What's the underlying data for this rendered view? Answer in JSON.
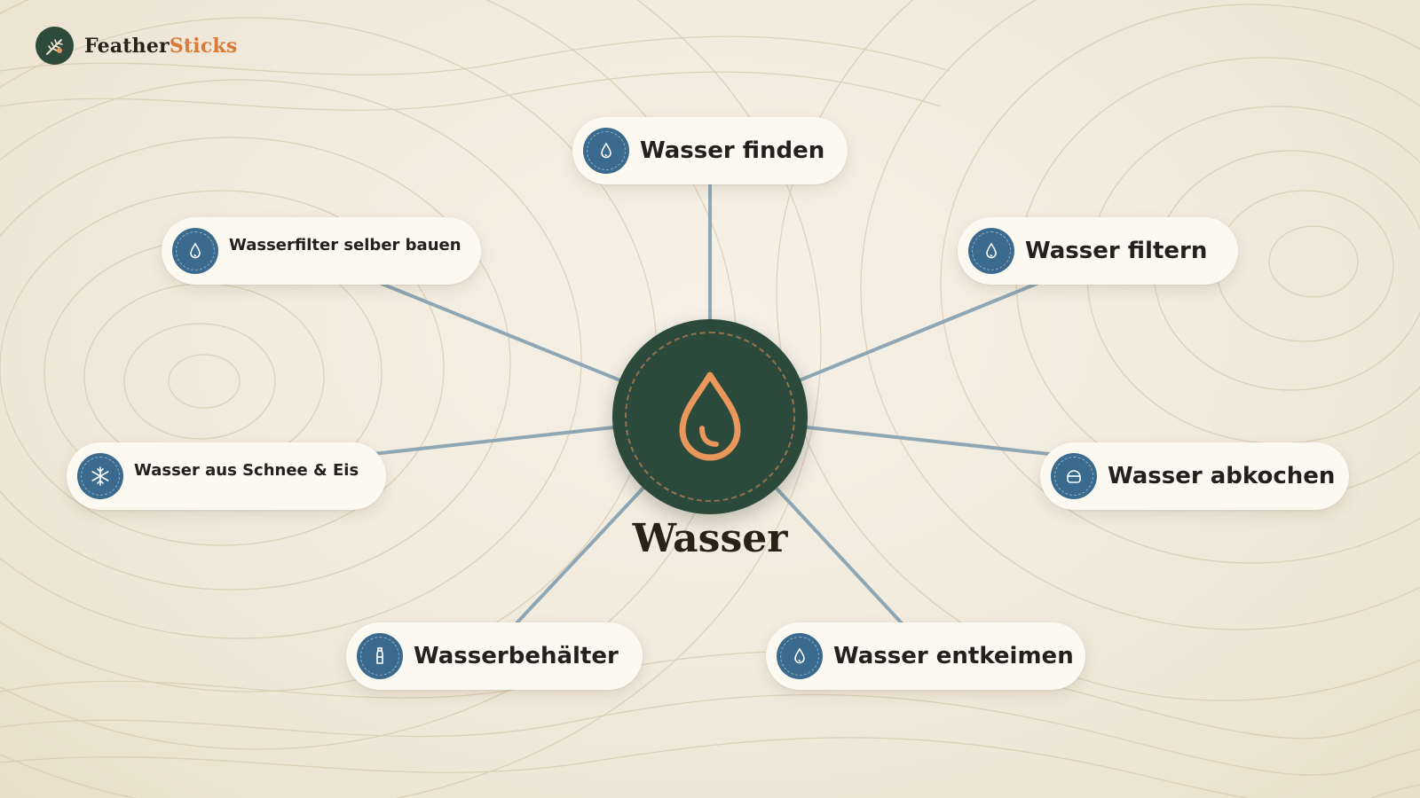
{
  "brand": {
    "part1": "Feather",
    "part2": "Sticks"
  },
  "center": {
    "label": "Wasser",
    "icon": "water-drop-icon"
  },
  "nodes": [
    {
      "label": "Wasser finden",
      "icon": "water-drop-icon"
    },
    {
      "label": "Wasserfilter selber bauen",
      "icon": "water-drop-icon"
    },
    {
      "label": "Wasser filtern",
      "icon": "water-drop-icon"
    },
    {
      "label": "Wasser aus Schnee & Eis",
      "icon": "snowflake-icon"
    },
    {
      "label": "Wasser abkochen",
      "icon": "pot-icon"
    },
    {
      "label": "Wasserbehälter",
      "icon": "bottle-icon"
    },
    {
      "label": "Wasser entkeimen",
      "icon": "water-drop-icon"
    }
  ],
  "colors": {
    "background": "#f1eadb",
    "center_fill": "#2b4a3b",
    "accent_orange": "#e9975a",
    "icon_blue": "#3a6b8e",
    "connector": "#8ea7b5",
    "node_fill": "#fcf9f1"
  }
}
